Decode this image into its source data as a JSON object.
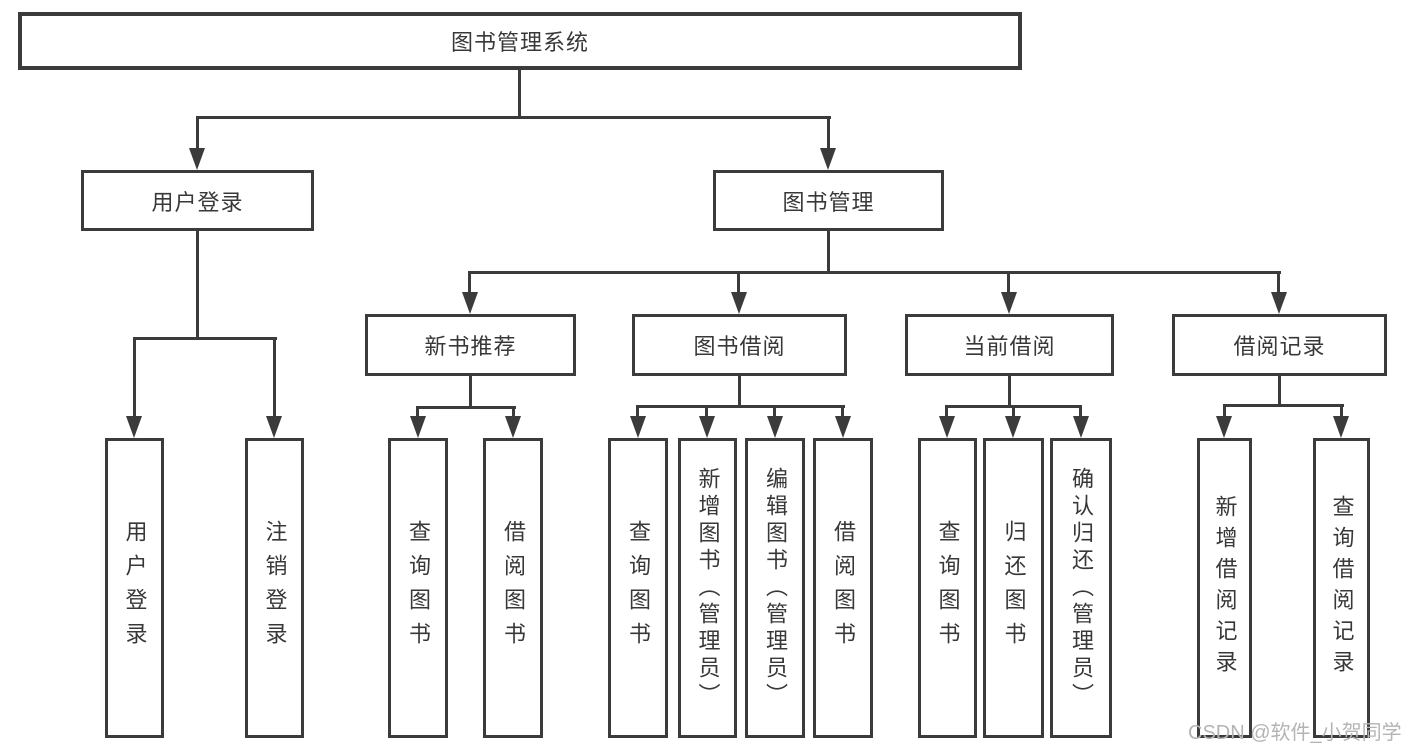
{
  "diagram": {
    "root": {
      "label": "图书管理系统"
    },
    "user_login": {
      "label": "用户登录",
      "children": [
        {
          "label": "用户登录"
        },
        {
          "label": "注销登录"
        }
      ]
    },
    "book_management": {
      "label": "图书管理",
      "sections": [
        {
          "label": "新书推荐",
          "children": [
            {
              "label": "查询图书"
            },
            {
              "label": "借阅图书"
            }
          ]
        },
        {
          "label": "图书借阅",
          "children": [
            {
              "label": "查询图书"
            },
            {
              "label": "新增图书（管理员）"
            },
            {
              "label": "编辑图书（管理员）"
            },
            {
              "label": "借阅图书"
            }
          ]
        },
        {
          "label": "当前借阅",
          "children": [
            {
              "label": "查询图书"
            },
            {
              "label": "归还图书"
            },
            {
              "label": "确认归还（管理员）"
            }
          ]
        },
        {
          "label": "借阅记录",
          "children": [
            {
              "label": "新增借阅记录"
            },
            {
              "label": "查询借阅记录"
            }
          ]
        }
      ]
    }
  },
  "watermark": {
    "text": "CSDN @软件_小贺同学"
  },
  "colors": {
    "line": "#3b3b3b",
    "text": "#383838",
    "background": "#ffffff",
    "watermark": "#b4b4b4"
  }
}
